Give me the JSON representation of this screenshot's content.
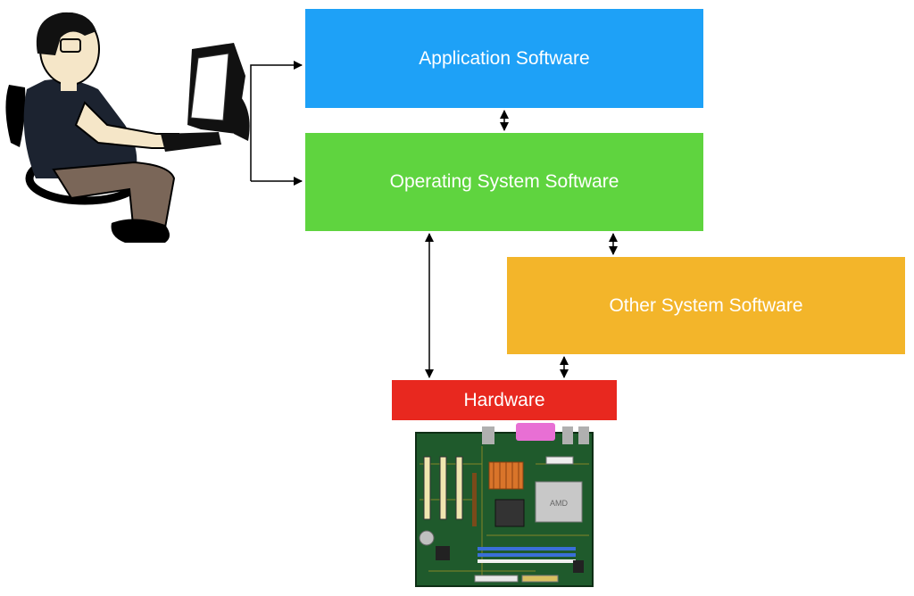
{
  "boxes": {
    "application": {
      "label": "Application Software",
      "color": "#1ea1f7"
    },
    "operating_system": {
      "label": "Operating System Software",
      "color": "#5fd43f"
    },
    "other_system": {
      "label": "Other System Software",
      "color": "#f3b52a"
    },
    "hardware": {
      "label": "Hardware",
      "color": "#e8281f"
    }
  },
  "illustrations": {
    "user": "person-at-computer-illustration",
    "motherboard": "motherboard-illustration",
    "chip_brand": "AMD"
  },
  "connectors": [
    {
      "from": "user",
      "to": "application",
      "type": "one-way"
    },
    {
      "from": "user",
      "to": "operating_system",
      "type": "one-way"
    },
    {
      "from": "application",
      "to": "operating_system",
      "type": "two-way"
    },
    {
      "from": "operating_system",
      "to": "other_system",
      "type": "two-way"
    },
    {
      "from": "operating_system",
      "to": "hardware",
      "type": "two-way"
    },
    {
      "from": "other_system",
      "to": "hardware",
      "type": "two-way"
    }
  ]
}
